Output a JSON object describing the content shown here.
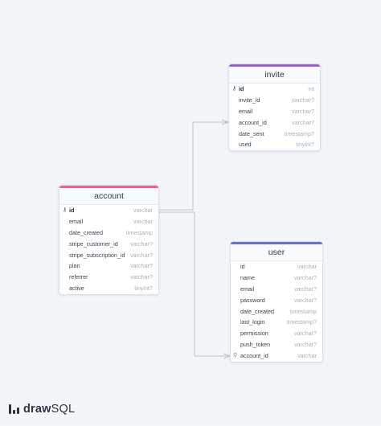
{
  "brand": {
    "part1": "draw",
    "part2": "SQL",
    "logo_icon": "drawsql-logo-icon"
  },
  "colors": {
    "background": "#f3f6f9",
    "invite_header": "#9b5fd6",
    "account_header": "#ef5e8a",
    "user_header": "#6674c9",
    "connector": "#b7c3cf"
  },
  "tables": {
    "invite": {
      "name": "invite",
      "columns": [
        {
          "name": "id",
          "type": "int",
          "primary_key": true
        },
        {
          "name": "invite_id",
          "type": "varchar?"
        },
        {
          "name": "email",
          "type": "varchar?"
        },
        {
          "name": "account_id",
          "type": "varchar?"
        },
        {
          "name": "date_sent",
          "type": "timestamp?"
        },
        {
          "name": "used",
          "type": "tinyint?"
        }
      ]
    },
    "account": {
      "name": "account",
      "columns": [
        {
          "name": "id",
          "type": "varchar",
          "primary_key": true
        },
        {
          "name": "email",
          "type": "varchar"
        },
        {
          "name": "date_created",
          "type": "timestamp"
        },
        {
          "name": "stripe_customer_id",
          "type": "varchar?"
        },
        {
          "name": "stripe_subscription_id",
          "type": "varchar?"
        },
        {
          "name": "plan",
          "type": "varchar?"
        },
        {
          "name": "referrer",
          "type": "varchar?"
        },
        {
          "name": "active",
          "type": "tinyint?"
        }
      ]
    },
    "user": {
      "name": "user",
      "columns": [
        {
          "name": "id",
          "type": "varchar"
        },
        {
          "name": "name",
          "type": "varchar?"
        },
        {
          "name": "email",
          "type": "varchar?"
        },
        {
          "name": "password",
          "type": "varchar?"
        },
        {
          "name": "date_created",
          "type": "timestamp"
        },
        {
          "name": "last_login",
          "type": "timestamp?"
        },
        {
          "name": "permission",
          "type": "varchar?"
        },
        {
          "name": "push_token",
          "type": "varchar?"
        },
        {
          "name": "account_id",
          "type": "varchar",
          "nullable_marker": true
        }
      ]
    }
  },
  "relationships": [
    {
      "from": "account.id",
      "to": "invite.account_id"
    },
    {
      "from": "account.id",
      "to": "user.account_id"
    }
  ]
}
